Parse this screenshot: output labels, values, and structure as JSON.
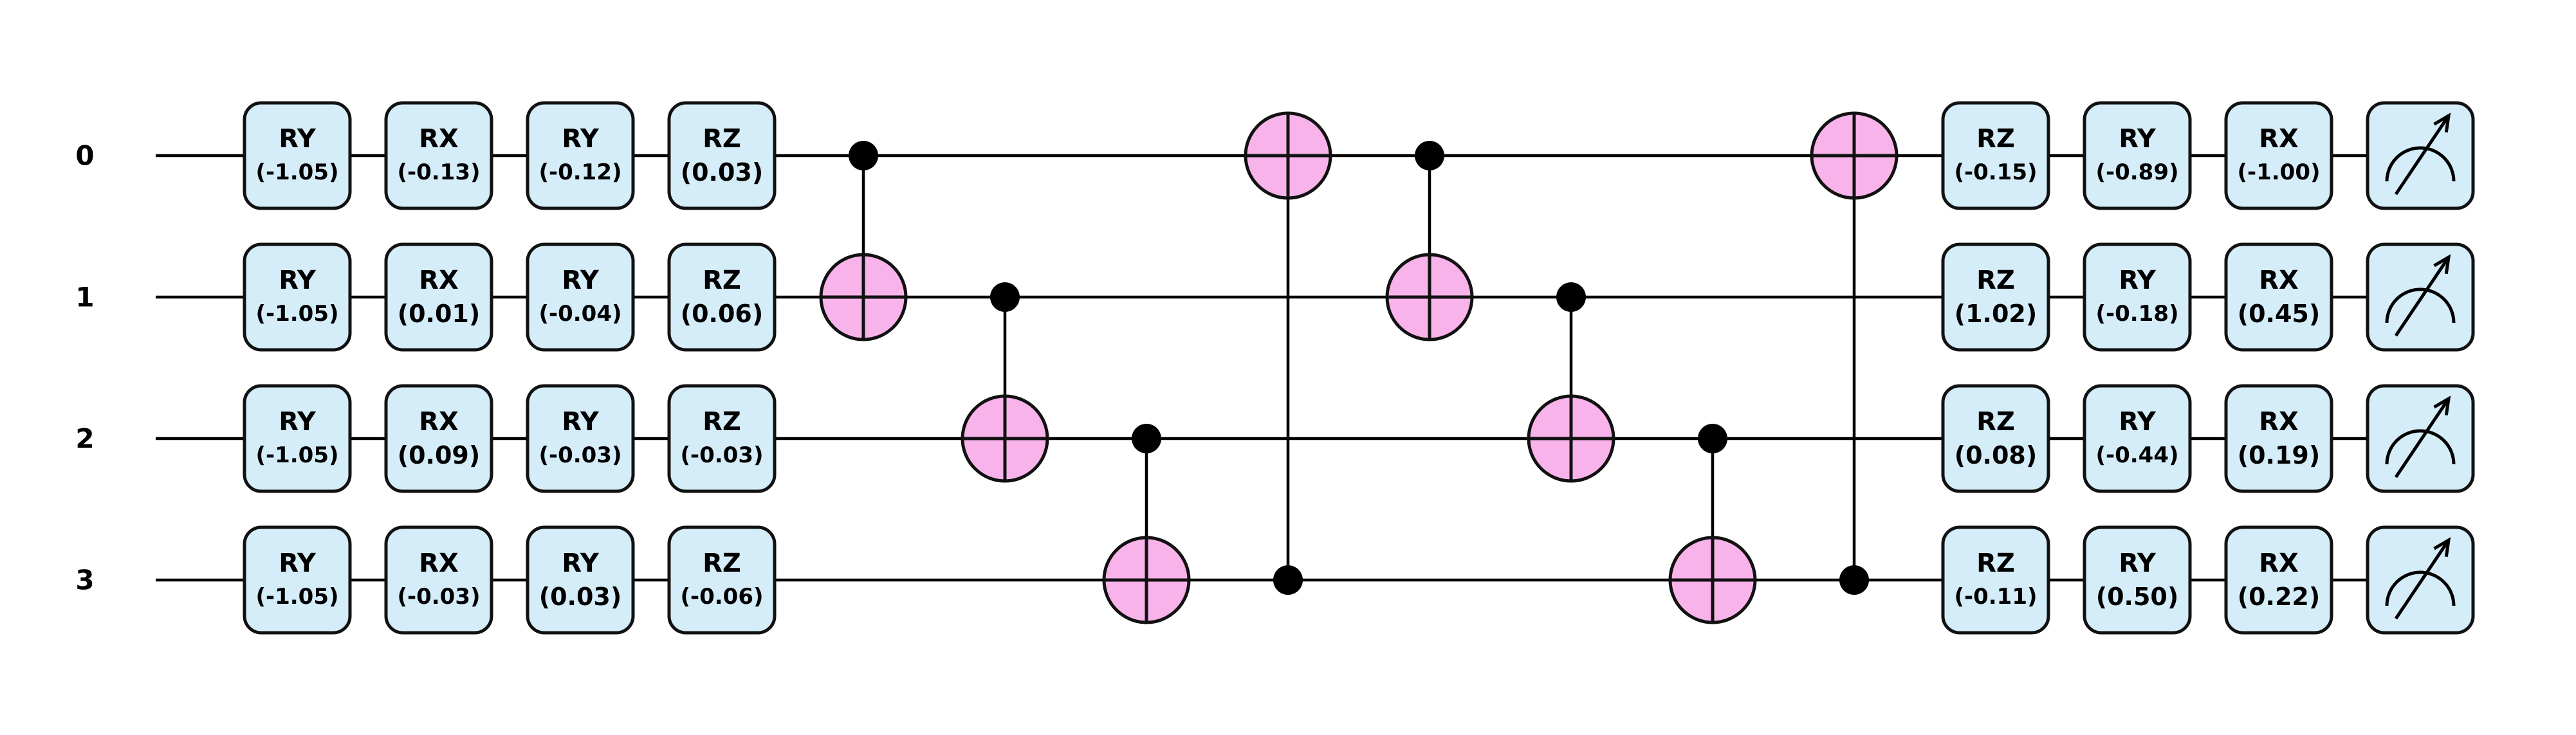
{
  "colors": {
    "gate_fill": "#d4edf9",
    "target_fill": "#f8b3ea",
    "wire": "#000000"
  },
  "qubits": [
    "0",
    "1",
    "2",
    "3"
  ],
  "pre_gate_columns": [
    [
      {
        "name": "RY",
        "param": "(-1.05)"
      },
      {
        "name": "RY",
        "param": "(-1.05)"
      },
      {
        "name": "RY",
        "param": "(-1.05)"
      },
      {
        "name": "RY",
        "param": "(-1.05)"
      }
    ],
    [
      {
        "name": "RX",
        "param": "(-0.13)"
      },
      {
        "name": "RX",
        "param": "(0.01)"
      },
      {
        "name": "RX",
        "param": "(0.09)"
      },
      {
        "name": "RX",
        "param": "(-0.03)"
      }
    ],
    [
      {
        "name": "RY",
        "param": "(-0.12)"
      },
      {
        "name": "RY",
        "param": "(-0.04)"
      },
      {
        "name": "RY",
        "param": "(-0.03)"
      },
      {
        "name": "RY",
        "param": "(0.03)"
      }
    ],
    [
      {
        "name": "RZ",
        "param": "(0.03)"
      },
      {
        "name": "RZ",
        "param": "(0.06)"
      },
      {
        "name": "RZ",
        "param": "(-0.03)"
      },
      {
        "name": "RZ",
        "param": "(-0.06)"
      }
    ]
  ],
  "cnots": [
    {
      "control": 0,
      "target": 1
    },
    {
      "control": 1,
      "target": 2
    },
    {
      "control": 2,
      "target": 3
    },
    {
      "control": 3,
      "target": 0
    },
    {
      "control": 0,
      "target": 1
    },
    {
      "control": 1,
      "target": 2
    },
    {
      "control": 2,
      "target": 3
    },
    {
      "control": 3,
      "target": 0
    }
  ],
  "post_gate_columns": [
    [
      {
        "name": "RZ",
        "param": "(-0.15)"
      },
      {
        "name": "RZ",
        "param": "(1.02)"
      },
      {
        "name": "RZ",
        "param": "(0.08)"
      },
      {
        "name": "RZ",
        "param": "(-0.11)"
      }
    ],
    [
      {
        "name": "RY",
        "param": "(-0.89)"
      },
      {
        "name": "RY",
        "param": "(-0.18)"
      },
      {
        "name": "RY",
        "param": "(-0.44)"
      },
      {
        "name": "RY",
        "param": "(0.50)"
      }
    ],
    [
      {
        "name": "RX",
        "param": "(-1.00)"
      },
      {
        "name": "RX",
        "param": "(0.45)"
      },
      {
        "name": "RX",
        "param": "(0.19)"
      },
      {
        "name": "RX",
        "param": "(0.22)"
      }
    ]
  ],
  "measurement_icon": "meter-icon"
}
